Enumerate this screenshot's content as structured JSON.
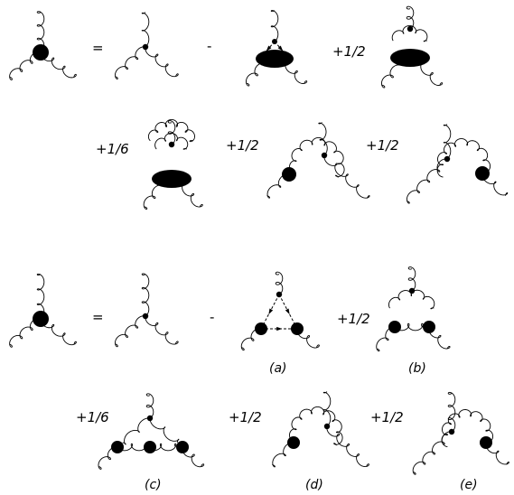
{
  "equations": [
    {
      "id": "eq1",
      "terms": [
        {
          "sign": "",
          "label": "",
          "kind": "full-vertex"
        },
        {
          "sign": "=",
          "label": "",
          "kind": "bare-vertex"
        },
        {
          "sign": "-",
          "label": "",
          "kind": "ghost-loop-blob"
        },
        {
          "sign": "+1/2",
          "label": "",
          "kind": "gluon-loop-blob"
        },
        {
          "sign": "+1/6",
          "label": "",
          "kind": "two-loop-blob"
        },
        {
          "sign": "+1/2",
          "label": "",
          "kind": "left-loop-blob"
        },
        {
          "sign": "+1/2",
          "label": "",
          "kind": "right-loop-blob"
        }
      ]
    },
    {
      "id": "eq2",
      "terms": [
        {
          "sign": "",
          "label": "",
          "kind": "full-vertex"
        },
        {
          "sign": "=",
          "label": "",
          "kind": "bare-vertex"
        },
        {
          "sign": "-",
          "label": "(a)",
          "kind": "ghost-triangle"
        },
        {
          "sign": "+1/2",
          "label": "(b)",
          "kind": "gluon-triangle"
        },
        {
          "sign": "+1/6",
          "label": "(c)",
          "kind": "two-loop-triangle"
        },
        {
          "sign": "+1/2",
          "label": "(d)",
          "kind": "left-loop"
        },
        {
          "sign": "+1/2",
          "label": "(e)",
          "kind": "right-loop"
        }
      ]
    }
  ]
}
